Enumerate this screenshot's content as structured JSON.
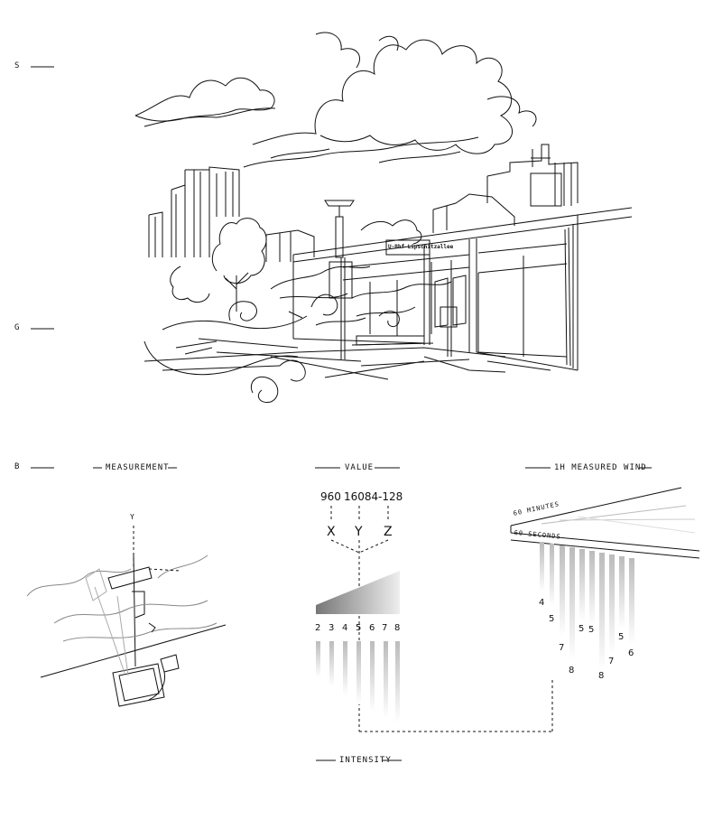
{
  "side_labels": {
    "top": "S",
    "middle": "G",
    "bottom": "B"
  },
  "panels": {
    "measurement": {
      "title": "MEASUREMENT",
      "axis_label": "Y"
    },
    "value": {
      "title": "VALUE",
      "readings": [
        "960",
        "16084",
        "-128"
      ],
      "axes": [
        "X",
        "Y",
        "Z"
      ],
      "scale": [
        "2",
        "3",
        "4",
        "5",
        "6",
        "7",
        "8"
      ],
      "footer": "INTENSITY"
    },
    "wind": {
      "title": "1H MEASURED WIND",
      "axis_minutes": "60 MINUTES",
      "axis_seconds": "60 SECONDS",
      "bar_labels": [
        "4",
        "5",
        "7",
        "8",
        "5",
        "5",
        "8",
        "7",
        "5",
        "6"
      ]
    }
  },
  "storefront_sign": "U-Bhf Lipschitzallee",
  "colors": {
    "ink": "#111111",
    "bar_gray": "#c8c8c8",
    "light_gray": "#bdbdbd"
  }
}
